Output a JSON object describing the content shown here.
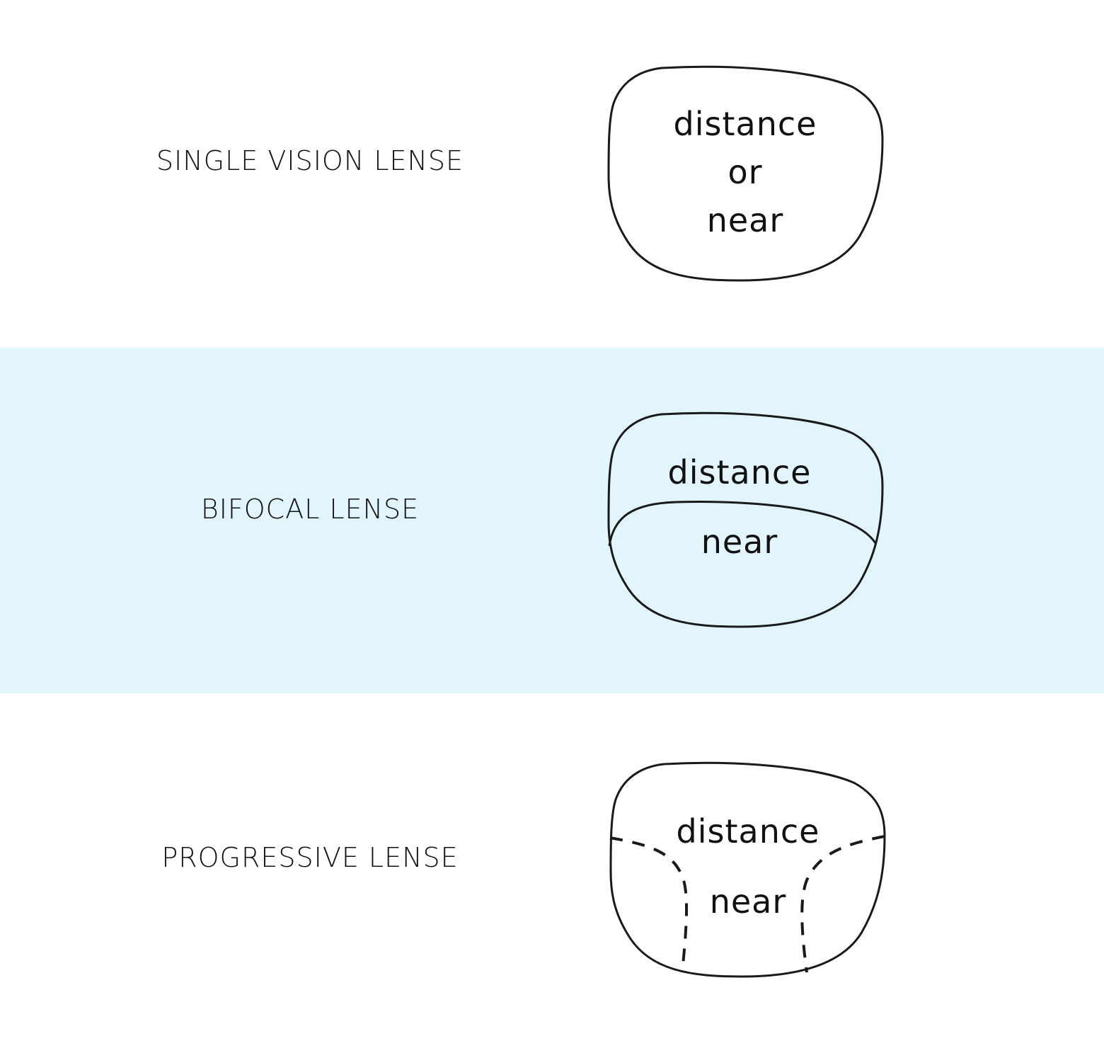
{
  "lenses": [
    {
      "title": "SINGLE VISION LENSE",
      "zones": [
        "distance",
        "or",
        "near"
      ]
    },
    {
      "title": "BIFOCAL LENSE",
      "zones": [
        "distance",
        "near"
      ]
    },
    {
      "title": "PROGRESSIVE LENSE",
      "zones": [
        "distance",
        "near"
      ]
    }
  ],
  "colors": {
    "background": "#ffffff",
    "highlight_band": "#e2f4fc",
    "stroke": "#1a1a1a"
  }
}
